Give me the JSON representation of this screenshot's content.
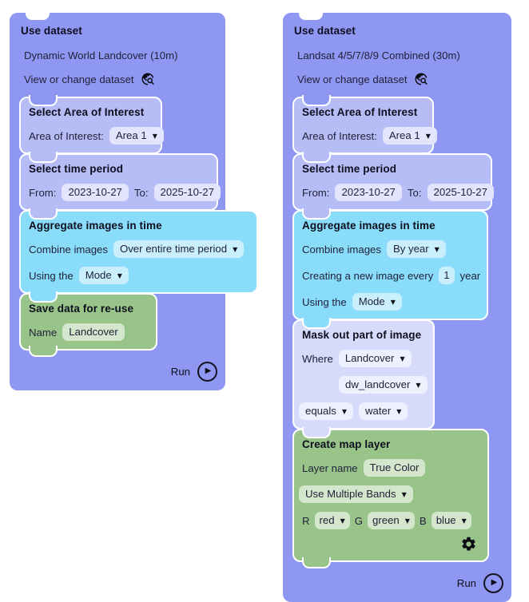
{
  "colors": {
    "outer_block": "#8e97f1",
    "nested_block": "#b5bcf6",
    "nested_field": "#e2e5fd",
    "aggregate_block": "#89dcfa",
    "aggregate_field": "#c9effd",
    "mask_block": "#d7dbfb",
    "mask_field": "#eef0fe",
    "green_block": "#98c489",
    "green_field": "#d4e6cb",
    "seam_outline": "#ffffff",
    "text": "#1c1c30"
  },
  "glyphs": {
    "caret": "▼",
    "play": "▶"
  },
  "icons": {
    "view_dataset": "globe-search-icon",
    "run": "play-circle-icon",
    "settings": "gear-icon",
    "dropdown": "caret-down-icon"
  },
  "left_stack": {
    "use_dataset": {
      "title": "Use dataset",
      "dataset_name": "Dynamic World Landcover (10m)",
      "view_link": "View or change dataset",
      "run_label": "Run"
    },
    "select_area": {
      "title": "Select Area of Interest",
      "label": "Area of Interest:",
      "selected": "Area 1"
    },
    "select_time": {
      "title": "Select time period",
      "from_label": "From:",
      "from_value": "2023-10-27",
      "to_label": "To:",
      "to_value": "2025-10-27"
    },
    "aggregate": {
      "title": "Aggregate images in time",
      "combine_label": "Combine images",
      "combine_selected": "Over entire time period",
      "using_label": "Using the",
      "using_selected": "Mode"
    },
    "save": {
      "title": "Save data for re-use",
      "name_label": "Name",
      "name_value": "Landcover"
    }
  },
  "right_stack": {
    "use_dataset": {
      "title": "Use dataset",
      "dataset_name": "Landsat 4/5/7/8/9 Combined (30m)",
      "view_link": "View or change dataset",
      "run_label": "Run"
    },
    "select_area": {
      "title": "Select Area of Interest",
      "label": "Area of Interest:",
      "selected": "Area 1"
    },
    "select_time": {
      "title": "Select time period",
      "from_label": "From:",
      "from_value": "2023-10-27",
      "to_label": "To:",
      "to_value": "2025-10-27"
    },
    "aggregate": {
      "title": "Aggregate images in time",
      "combine_label": "Combine images",
      "combine_selected": "By year",
      "every_label": "Creating a new image every",
      "every_value": "1",
      "every_unit": "year",
      "using_label": "Using the",
      "using_selected": "Mode"
    },
    "mask": {
      "title": "Mask out part of image",
      "where_label": "Where",
      "image_selected": "Landcover",
      "band_selected": "dw_landcover",
      "operator_selected": "equals",
      "value_selected": "water"
    },
    "map_layer": {
      "title": "Create map layer",
      "name_label": "Layer name",
      "name_value": "True Color",
      "band_mode_selected": "Use Multiple Bands",
      "r_label": "R",
      "r_selected": "red",
      "g_label": "G",
      "g_selected": "green",
      "b_label": "B",
      "b_selected": "blue"
    }
  }
}
